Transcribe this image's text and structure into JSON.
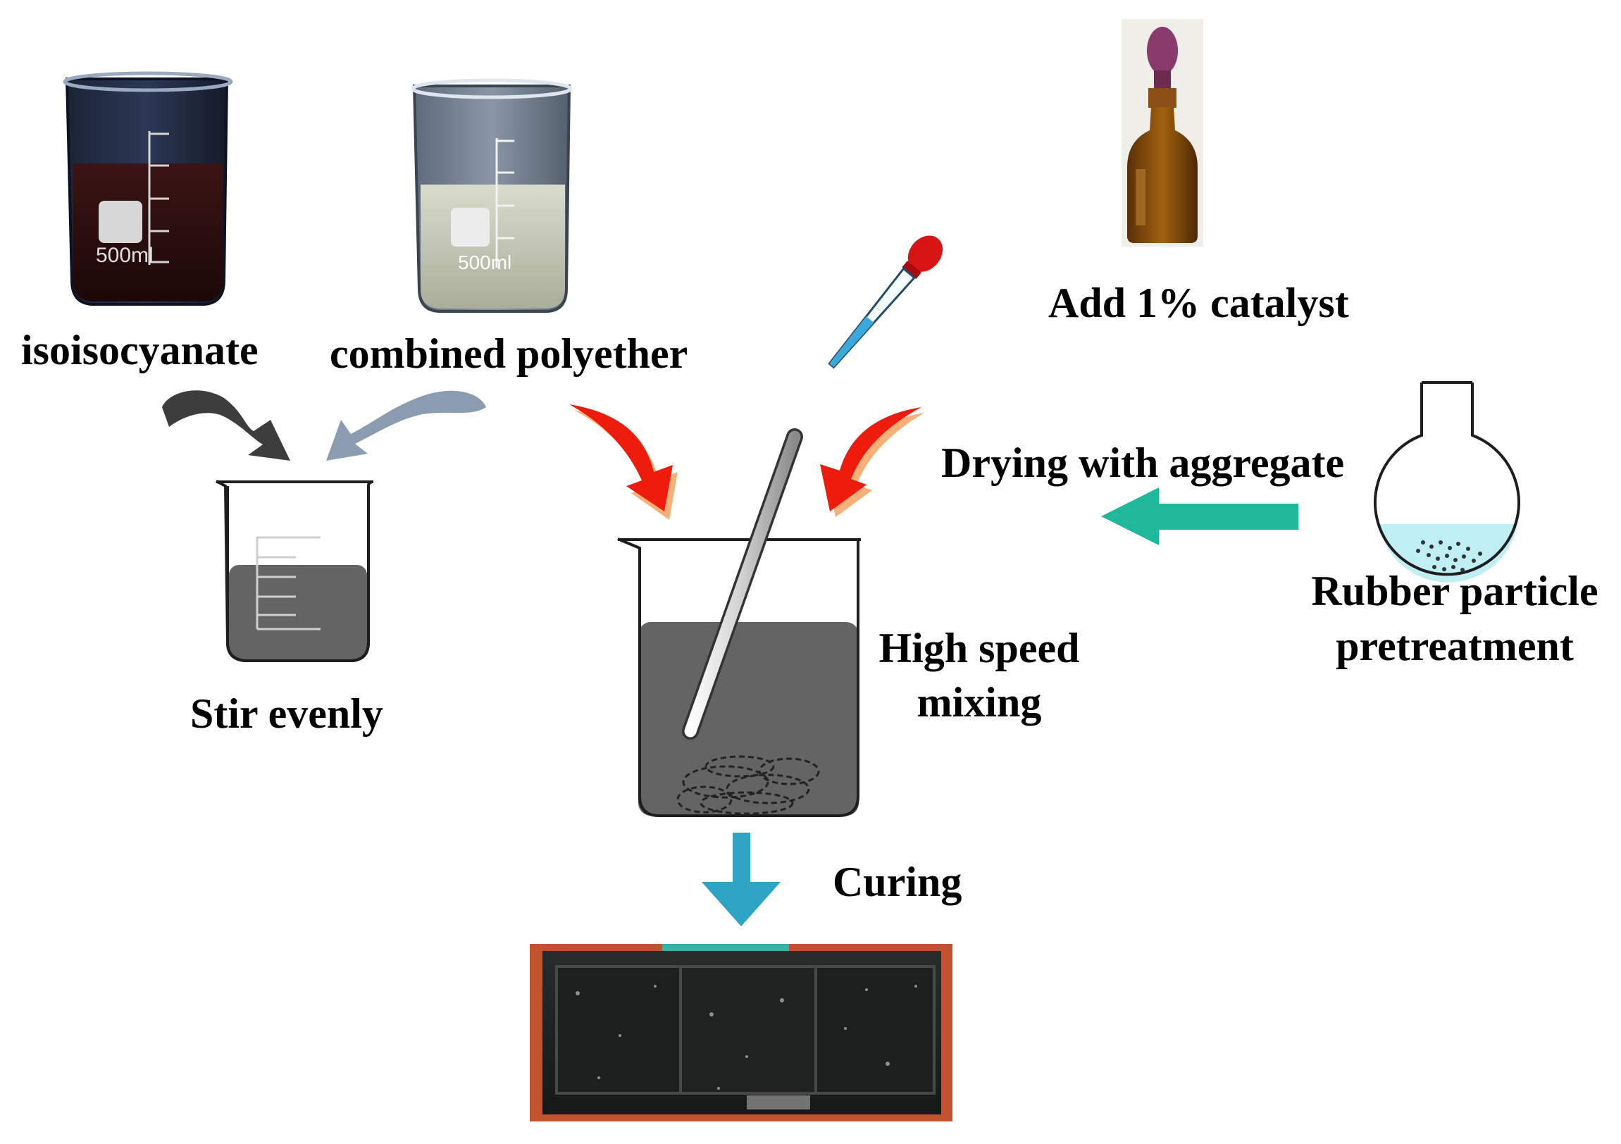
{
  "labels": {
    "isocyanate": "isoisocyanate",
    "polyether": "combined polyether",
    "catalyst": "Add 1% catalyst",
    "drying": "Drying with aggregate",
    "rubber_line1": "Rubber particle",
    "rubber_line2": "pretreatment",
    "stir": "Stir evenly",
    "mixing_line1": "High speed",
    "mixing_line2": "mixing",
    "curing": "Curing"
  },
  "beaker_markings": {
    "volume": "500ml"
  },
  "colors": {
    "arrow_dark": "#3d3d3d",
    "arrow_grey_blue": "#8b9bb0",
    "arrow_red": "#ee1c0c",
    "arrow_red_shadow": "#f6b17a",
    "arrow_teal": "#1fb89a",
    "arrow_blue": "#2ea3c4",
    "mixture_fill": "#646464",
    "flask_liquid": "#bfeef3"
  }
}
